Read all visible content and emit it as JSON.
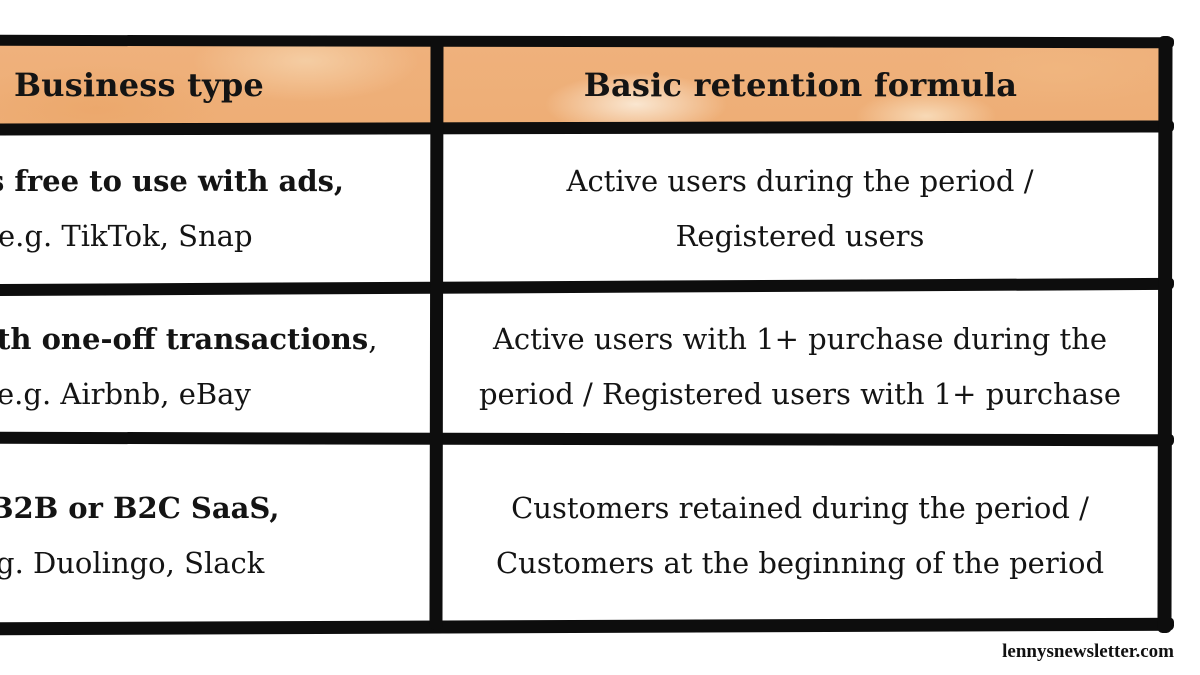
{
  "page": {
    "background_color": "#ffffff",
    "watermark": "lennysnewsletter.com"
  },
  "table": {
    "border_color": "#0d0d0d",
    "header_bg_color": "#efb17c",
    "header_bg_light_color": "#f7d9b4",
    "text_color": "#141414",
    "columns": [
      {
        "id": "business-type",
        "label": "Business type"
      },
      {
        "id": "retention-formula",
        "label": "Basic retention formula"
      }
    ],
    "rows": [
      {
        "business": {
          "line1_bold": "s free to use with ads,",
          "line1_rest": "",
          "line2": "e.g. TikTok, Snap"
        },
        "formula": {
          "line1": "Active users during the period /",
          "line2": "Registered users"
        }
      },
      {
        "business": {
          "line1_bold": "th one-off transactions",
          "line1_rest": ",",
          "line2": "e.g. Airbnb, eBay"
        },
        "formula": {
          "line1": "Active users with 1+ purchase during the",
          "line2": "period / Registered users with 1+ purchase"
        }
      },
      {
        "business": {
          "line1_bold": "B2B or B2C SaaS,",
          "line1_rest": "",
          "line2": "g. Duolingo, Slack"
        },
        "formula": {
          "line1": "Customers retained during the period /",
          "line2": "Customers at the beginning of the period"
        }
      }
    ]
  }
}
